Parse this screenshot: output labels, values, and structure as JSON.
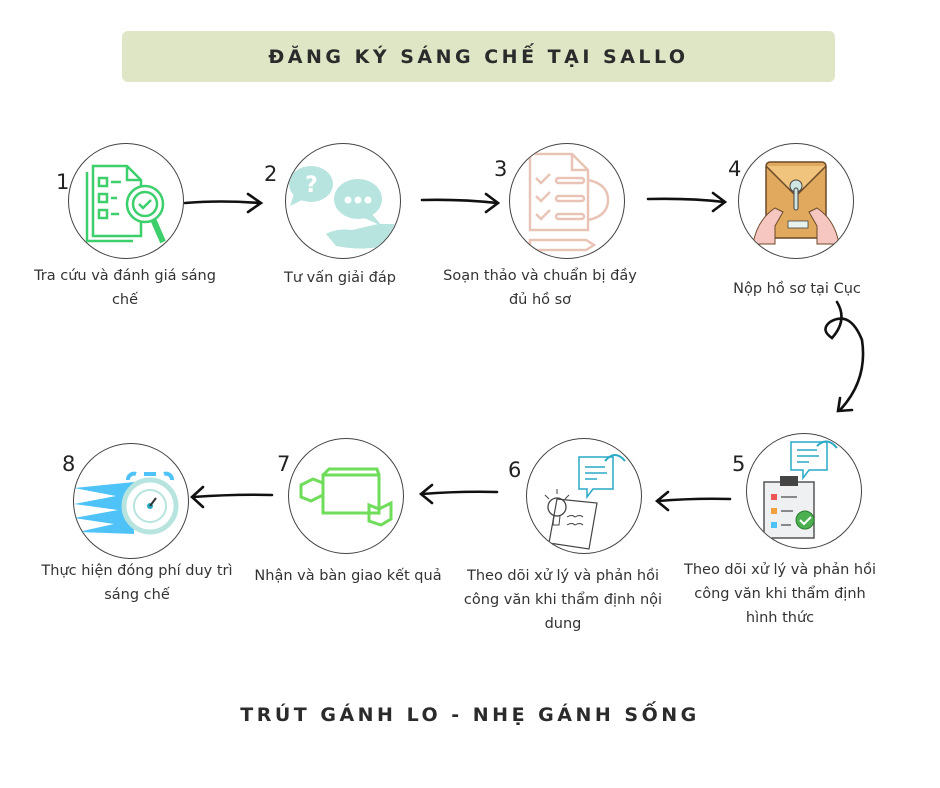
{
  "title": "ĐĂNG KÝ SÁNG CHẾ TẠI SALLO",
  "footer": "TRÚT GÁNH LO - NHẸ GÁNH SỐNG",
  "colors": {
    "banner": "#dfe6c6",
    "green": "#3ccf6b",
    "teal": "#b7e4de",
    "peach": "#e9c4b6",
    "envelope": "#e0a95e",
    "blue": "#4fc3f7"
  },
  "steps": [
    {
      "number": "1",
      "label": "Tra cứu và đánh giá sáng chế",
      "icon": "document-search-icon"
    },
    {
      "number": "2",
      "label": "Tư vấn giải đáp",
      "icon": "chat-bubbles-hand-icon"
    },
    {
      "number": "3",
      "label": "Soạn thảo và chuẩn bị đầy đủ hồ sơ",
      "icon": "checklist-gear-icon"
    },
    {
      "number": "4",
      "label": "Nộp hồ sơ tại Cục",
      "icon": "envelope-hands-icon"
    },
    {
      "number": "5",
      "label": "Theo dõi xử lý và phản hồi công văn khi thẩm định hình thức",
      "icon": "clipboard-check-icon"
    },
    {
      "number": "6",
      "label": "Theo dõi xử lý và phản hồi công văn khi thẩm định nội dung",
      "icon": "idea-paper-icon"
    },
    {
      "number": "7",
      "label": "Nhận và bàn giao kết quả",
      "icon": "handover-icon"
    },
    {
      "number": "8",
      "label": "Thực hiện đóng phí duy trì sáng chế",
      "icon": "fast-stopwatch-icon"
    }
  ]
}
